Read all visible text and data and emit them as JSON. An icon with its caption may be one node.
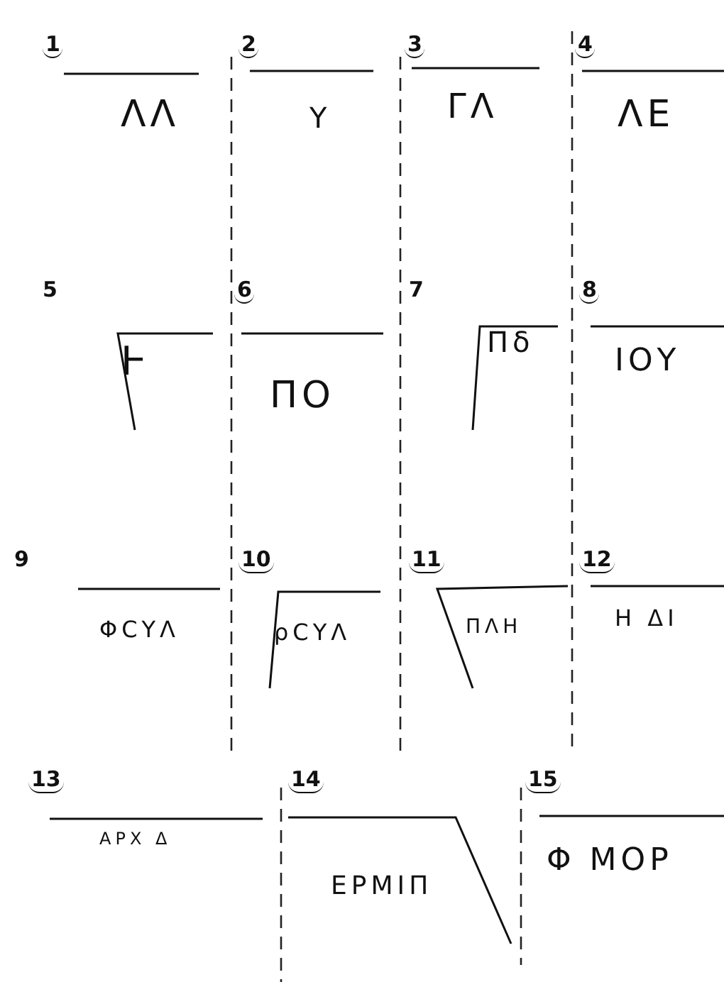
{
  "diagram": {
    "nodes": [
      {
        "text": [
          "ΛΛ"
        ],
        "beside": [
          "1"
        ]
      },
      {
        "text": [
          "Υ"
        ],
        "beside": [
          "2"
        ]
      },
      {
        "text": [
          "ΓΛ"
        ],
        "beside": [
          "3"
        ]
      },
      {
        "text": [
          "ΛΕ"
        ],
        "beside": [
          "4"
        ]
      },
      {
        "text": [
          "Ͱ"
        ],
        "beside": [
          "5"
        ]
      },
      {
        "text": [
          "ΠΟ"
        ],
        "beside": [
          "6"
        ]
      },
      {
        "text": [
          "Πδ"
        ],
        "beside": [
          "7"
        ]
      },
      {
        "text": [
          "ΙΟΥ"
        ],
        "beside": [
          "8"
        ]
      },
      {
        "text": [
          "ΦϹΥΛ"
        ],
        "beside": [
          "9"
        ]
      },
      {
        "text": [
          "ρϹΥΛ"
        ],
        "beside": [
          "10"
        ]
      },
      {
        "text": [
          "ΠΛΗ"
        ],
        "beside": [
          "11"
        ]
      },
      {
        "text": [
          "Η ΔΙ"
        ],
        "beside": [
          "12"
        ]
      },
      {
        "text": [
          "ΑΡΧ Δ"
        ],
        "beside": [
          "13"
        ]
      },
      {
        "text": [
          "ΕΡΜΙΠ"
        ],
        "beside": [
          "14"
        ]
      },
      {
        "text": [
          "Φ ΜΟΡ"
        ],
        "beside": [
          "15"
        ]
      }
    ]
  }
}
